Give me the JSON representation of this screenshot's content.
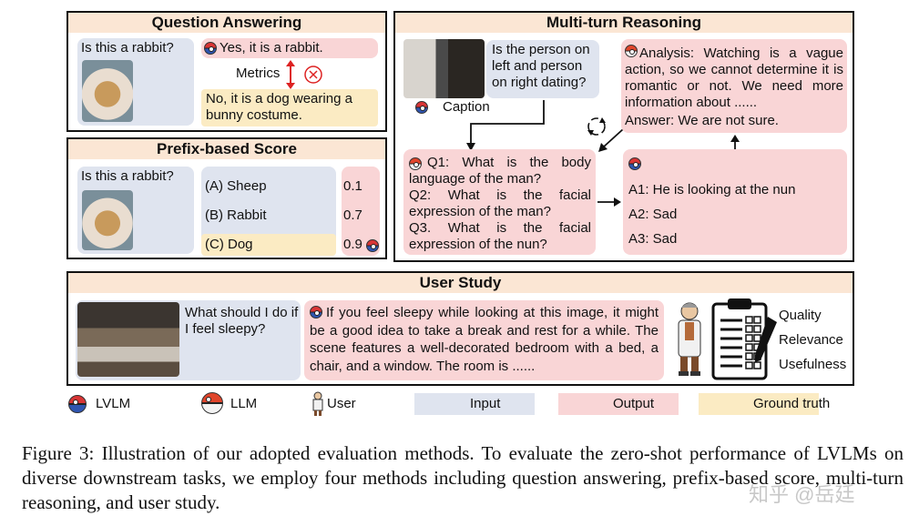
{
  "qa": {
    "title": "Question Answering",
    "question": "Is this a rabbit?",
    "answer": "Yes, it is a rabbit.",
    "metrics": "Metrics",
    "ground_truth": "No, it is a dog wearing a bunny costume."
  },
  "prefix": {
    "title": "Prefix-based Score",
    "question": "Is this a rabbit?",
    "options": [
      "(A) Sheep",
      "(B) Rabbit",
      "(C) Dog"
    ],
    "scores": [
      "0.1",
      "0.7",
      "0.9"
    ]
  },
  "multiturn": {
    "title": "Multi-turn Reasoning",
    "question": "Is the person on left and person on right dating?",
    "caption": "Caption",
    "analysis": "Analysis: Watching is a vague action, so we cannot determine it is romantic or not. We need more information about ......",
    "answer": "Answer: We are not sure.",
    "q1": "Q1: What is the body language of the man?",
    "q2": "Q2: What is the facial expression of the man?",
    "q3": "Q3. What is the facial expression of the nun?",
    "a1": "A1: He is looking at the nun",
    "a2": "A2: Sad",
    "a3": "A3: Sad"
  },
  "user_study": {
    "title": "User Study",
    "question": "What should I do if I feel sleepy?",
    "response": "If you feel sleepy while looking at this image, it might be a good idea to take a break and rest for a while. The scene features a well-decorated bedroom with a bed, a chair, and a window. The room is ......",
    "criteria": [
      "Quality",
      "Relevance",
      "Usefulness"
    ]
  },
  "legend": {
    "lvlm": "LVLM",
    "llm": "LLM",
    "user": "User",
    "input": "Input",
    "output": "Output",
    "ground_truth": "Ground truth"
  },
  "colors": {
    "input": "#dfe4ef",
    "output": "#f9d5d6",
    "ground_truth": "#fbebc3",
    "title_bar": "#fbe6d4"
  },
  "figure_caption": "Figure 3: Illustration of our adopted evaluation methods. To evaluate the zero-shot performance of LVLMs on diverse downstream tasks, we employ four methods including question answering, prefix-based score, multi-turn reasoning, and user study.",
  "watermark": "知乎 @岳廷"
}
